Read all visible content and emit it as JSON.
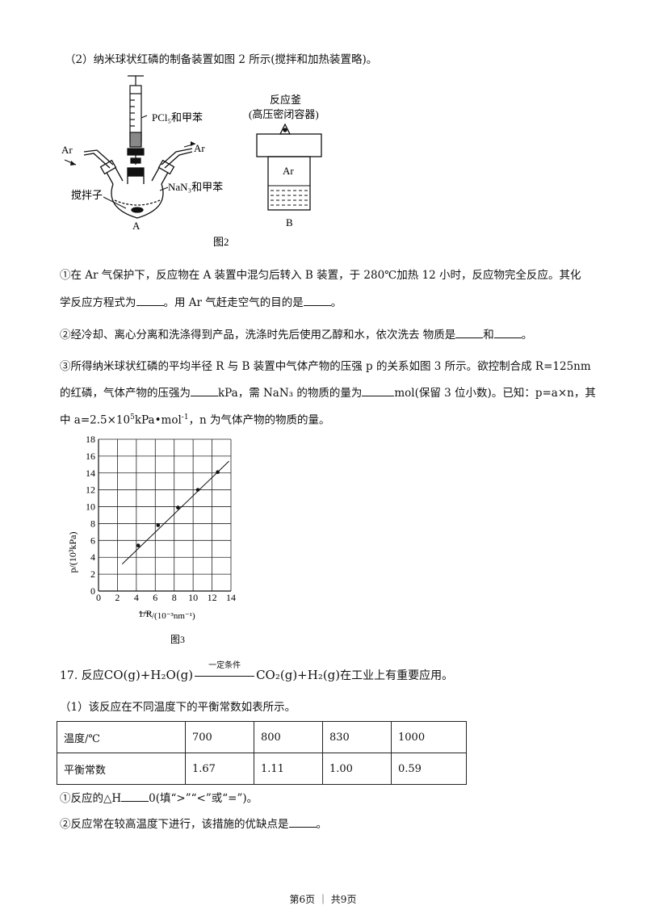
{
  "part2_intro": "（2）纳米球状红磷的制备装置如图 2 所示(搅拌和加热装置略)。",
  "fig2": {
    "reagent_top": "PCl₅和甲苯",
    "ar_left": "Ar",
    "ar_right": "Ar",
    "reagent_flask": "NaN₃和甲苯",
    "stirrer": "搅拌子",
    "label_a": "A",
    "reactor_title": "反应釜",
    "reactor_sub": "(高压密闭容器)",
    "ar_inside": "Ar",
    "label_b": "B",
    "caption": "图2"
  },
  "q1_line1": "①在 Ar 气保护下，反应物在 A 装置中混匀后转入 B 装置，于 280℃加热 12 小时，反应物完全反应。其化",
  "q1_line2a": "学反应方程式为",
  "q1_line2b": "。用 Ar 气赶走空气的目的是",
  "q1_line2c": "。",
  "q2_a": "②经冷却、离心分离和洗涤得到产品，洗涤时先后使用乙醇和水，依次洗去    物质是",
  "q2_b": "和",
  "q2_c": "。",
  "q3_line1": "③所得纳米球状红磷的平均半径 R 与 B 装置中气体产物的压强 p 的关系如图 3 所示。欲控制合成 R=125nm",
  "q3_line2a": "的红磷，气体产物的压强为",
  "q3_line2b": "kPa，需 NaN₃ 的物质的量为",
  "q3_line2c": "mol(保留 3 位小数)。已知：p=a×n，其",
  "q3_line3a": "中 a=2.5×10",
  "q3_line3sup1": "5",
  "q3_line3b": "kPa•mol",
  "q3_line3sup2": "-1",
  "q3_line3c": "，n 为气体产物的物质的量。",
  "chart_data": {
    "type": "scatter",
    "caption": "图3",
    "ylabel": "p/(10³kPa)",
    "xlabel_frac": "1/R",
    "xlabel_unit": "/(10⁻³nm⁻¹)",
    "xlim": [
      0,
      14
    ],
    "ylim": [
      0,
      18
    ],
    "x_ticks": [
      "0",
      "2",
      "4",
      "6",
      "8",
      "10",
      "12",
      "14"
    ],
    "y_ticks": [
      "0",
      "2",
      "4",
      "6",
      "8",
      "10",
      "12",
      "14",
      "16",
      "18"
    ],
    "grid": true,
    "points": [
      [
        4.2,
        5.4
      ],
      [
        6.3,
        7.8
      ],
      [
        8.4,
        9.9
      ],
      [
        10.5,
        12.0
      ],
      [
        12.6,
        14.1
      ]
    ],
    "fit_line": [
      [
        2.5,
        3.2
      ],
      [
        13.8,
        15.4
      ]
    ]
  },
  "q17_prefix": "17. 反应",
  "q17_lhs": "CO(g)+H₂O(g)",
  "q17_cond": "一定条件",
  "q17_rhs": "CO₂(g)+H₂(g)",
  "q17_suffix": "在工业上有重要应用。",
  "q17_1": "（1）该反应在不同温度下的平衡常数如表所示。",
  "table": {
    "rows": [
      [
        "温度/℃",
        "700",
        "800",
        "830",
        "1000"
      ],
      [
        "平衡常数",
        "1.67",
        "1.11",
        "1.00",
        "0.59"
      ]
    ]
  },
  "q17_1a_pre": "①反应的△H",
  "q17_1a_post": "0(填“>”“<”或“=”)。",
  "q17_1b_pre": "②反应常在较高温度下进行，该措施的优缺点是",
  "q17_1b_post": "。",
  "footer": "第6页 ｜ 共9页"
}
